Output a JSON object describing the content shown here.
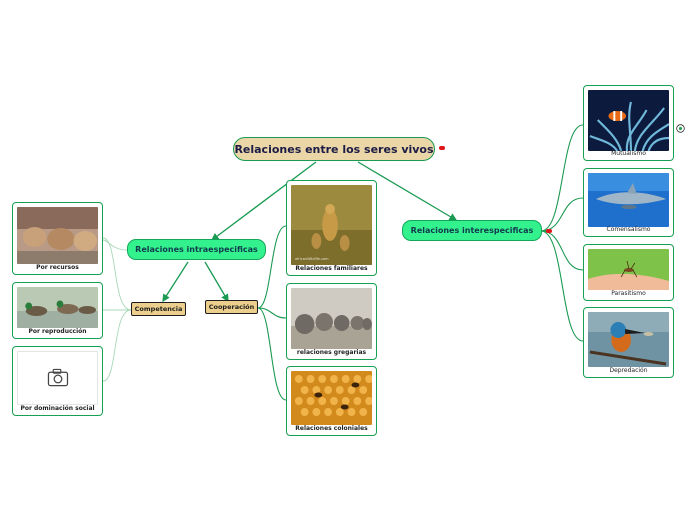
{
  "map": {
    "root": "Relaciones entre los seres vivos",
    "left_branch": "Relaciones intraespecificas",
    "right_branch": "Relaciones interespecificas",
    "competencia": "Competencia",
    "cooperacion": "Cooperación",
    "competencia_items": [
      "Por recursos",
      "Por reproducción",
      "Por dominación social"
    ],
    "cooperacion_items": [
      "Relaciones familiares",
      "relaciones gregarias",
      "Relaciones coloniales"
    ],
    "inter_items": [
      "Mutualismo",
      "Comensalismo",
      "Parasitismo",
      "Depredación"
    ],
    "photo_credit": "africanWildlife.com"
  },
  "colors": {
    "line": "#1a9a52",
    "root_fill": "#ead6a6",
    "branch_fill": "#33f28e",
    "tag_fill": "#eccf8c",
    "marker": "#e0151c"
  },
  "icons": [
    "camera-icon",
    "note-marker-icon",
    "globe-icon"
  ]
}
